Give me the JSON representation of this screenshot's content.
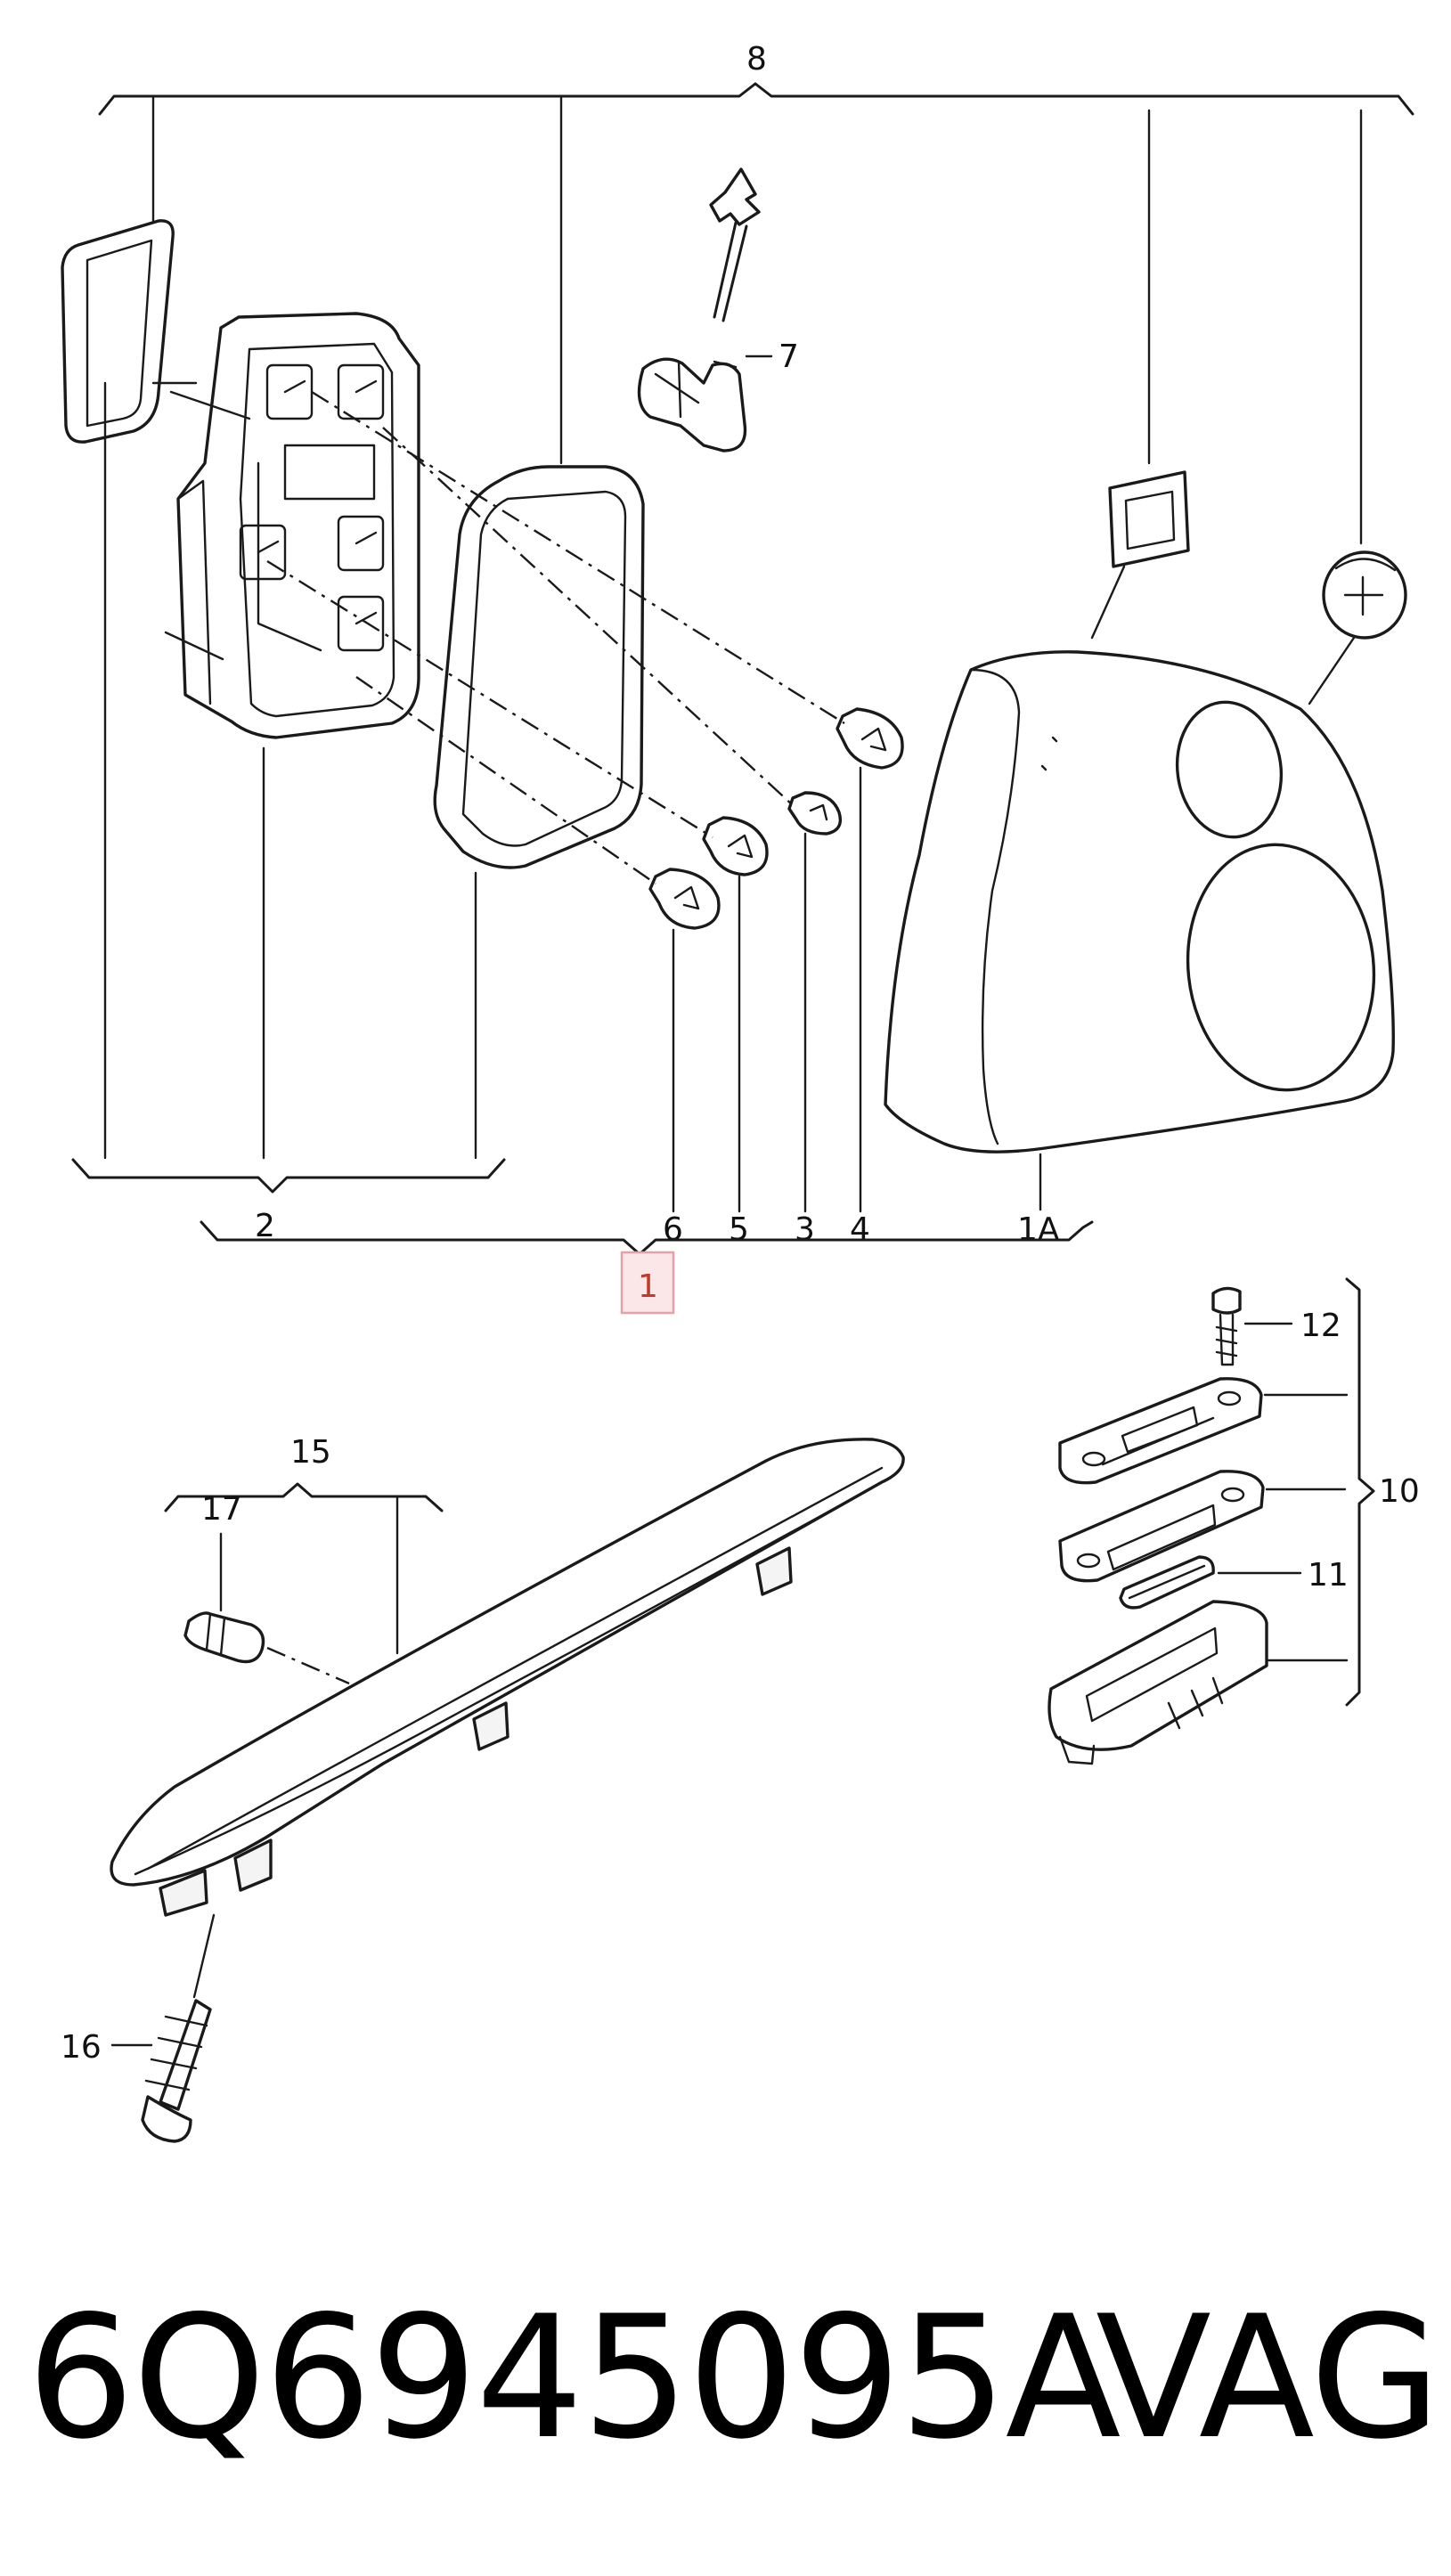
{
  "callouts": {
    "c8": "8",
    "c7": "7",
    "c2": "2",
    "c6": "6",
    "c5": "5",
    "c3": "3",
    "c4": "4",
    "c1A": "1A",
    "c1": "1",
    "c15": "15",
    "c17": "17",
    "c16": "16",
    "c12": "12",
    "c10": "10",
    "c11": "11"
  },
  "footer": {
    "part_number": "6Q6945095A",
    "brand": "VAG"
  },
  "colors": {
    "line": "#1a1a1a",
    "highlight_box": "#e8a0a8",
    "highlight_fill": "#fbe6e8",
    "highlight_text": "#c0392b"
  }
}
